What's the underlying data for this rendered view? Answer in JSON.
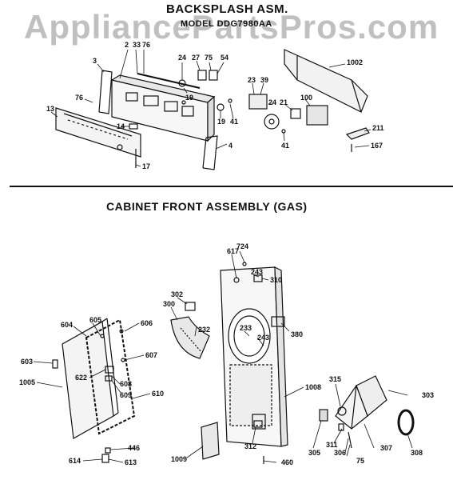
{
  "watermark": "AppliancePartsPros.com",
  "backsplash": {
    "title": "BACKSPLASH ASM.",
    "model_caption": "MODEL DDG7980AA"
  },
  "cabinet": {
    "title": "CABINET FRONT ASSEMBLY (GAS)"
  },
  "colors": {
    "line": "#111111",
    "watermark": "#8c8c8c"
  },
  "callouts": [
    "2",
    "33",
    "76",
    "3",
    "24",
    "27",
    "75",
    "54",
    "1002",
    "76",
    "23",
    "39",
    "19",
    "13",
    "24",
    "21",
    "100",
    "19",
    "41",
    "14",
    "211",
    "41",
    "4",
    "167",
    "17",
    "617",
    "724",
    "243",
    "310",
    "302",
    "300",
    "232",
    "380",
    "604",
    "605",
    "606",
    "233",
    "243",
    "603",
    "607",
    "622",
    "608",
    "1005",
    "609",
    "610",
    "1008",
    "315",
    "303",
    "446",
    "311",
    "312",
    "1009",
    "305",
    "306",
    "307",
    "308",
    "614",
    "613",
    "460",
    "75"
  ]
}
